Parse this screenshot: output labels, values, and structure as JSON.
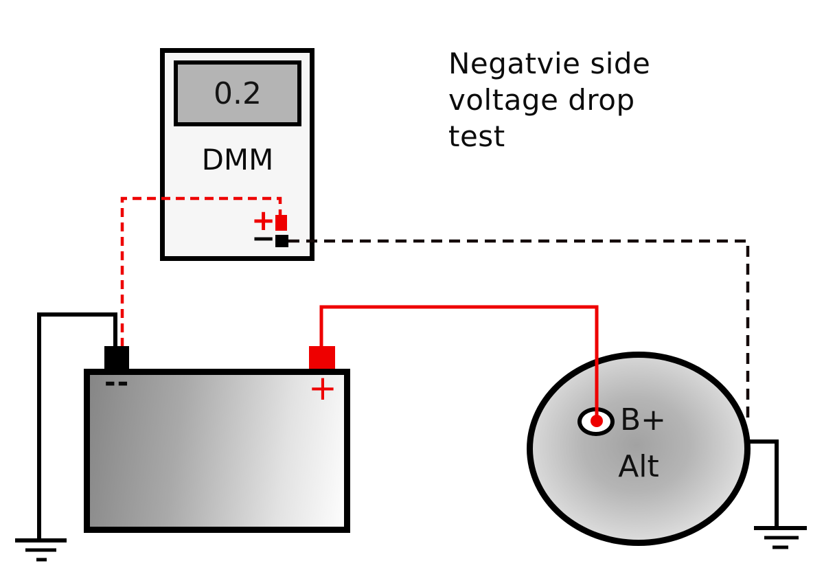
{
  "diagram": {
    "title": "Negatvie side\nvoltage drop\ntest"
  },
  "dmm": {
    "reading": "0.2",
    "label": "DMM",
    "positive_symbol": "+",
    "negative_symbol": "−"
  },
  "battery": {
    "negative_label": "--",
    "positive_label": "+"
  },
  "alternator": {
    "terminal_label": "B+",
    "label": "Alt"
  },
  "colors": {
    "positive_red": "#ee0000",
    "wire_black": "#000000",
    "dmm_display_gray": "#b4b4b4",
    "device_gradient_gray": "#a2a2a2"
  }
}
